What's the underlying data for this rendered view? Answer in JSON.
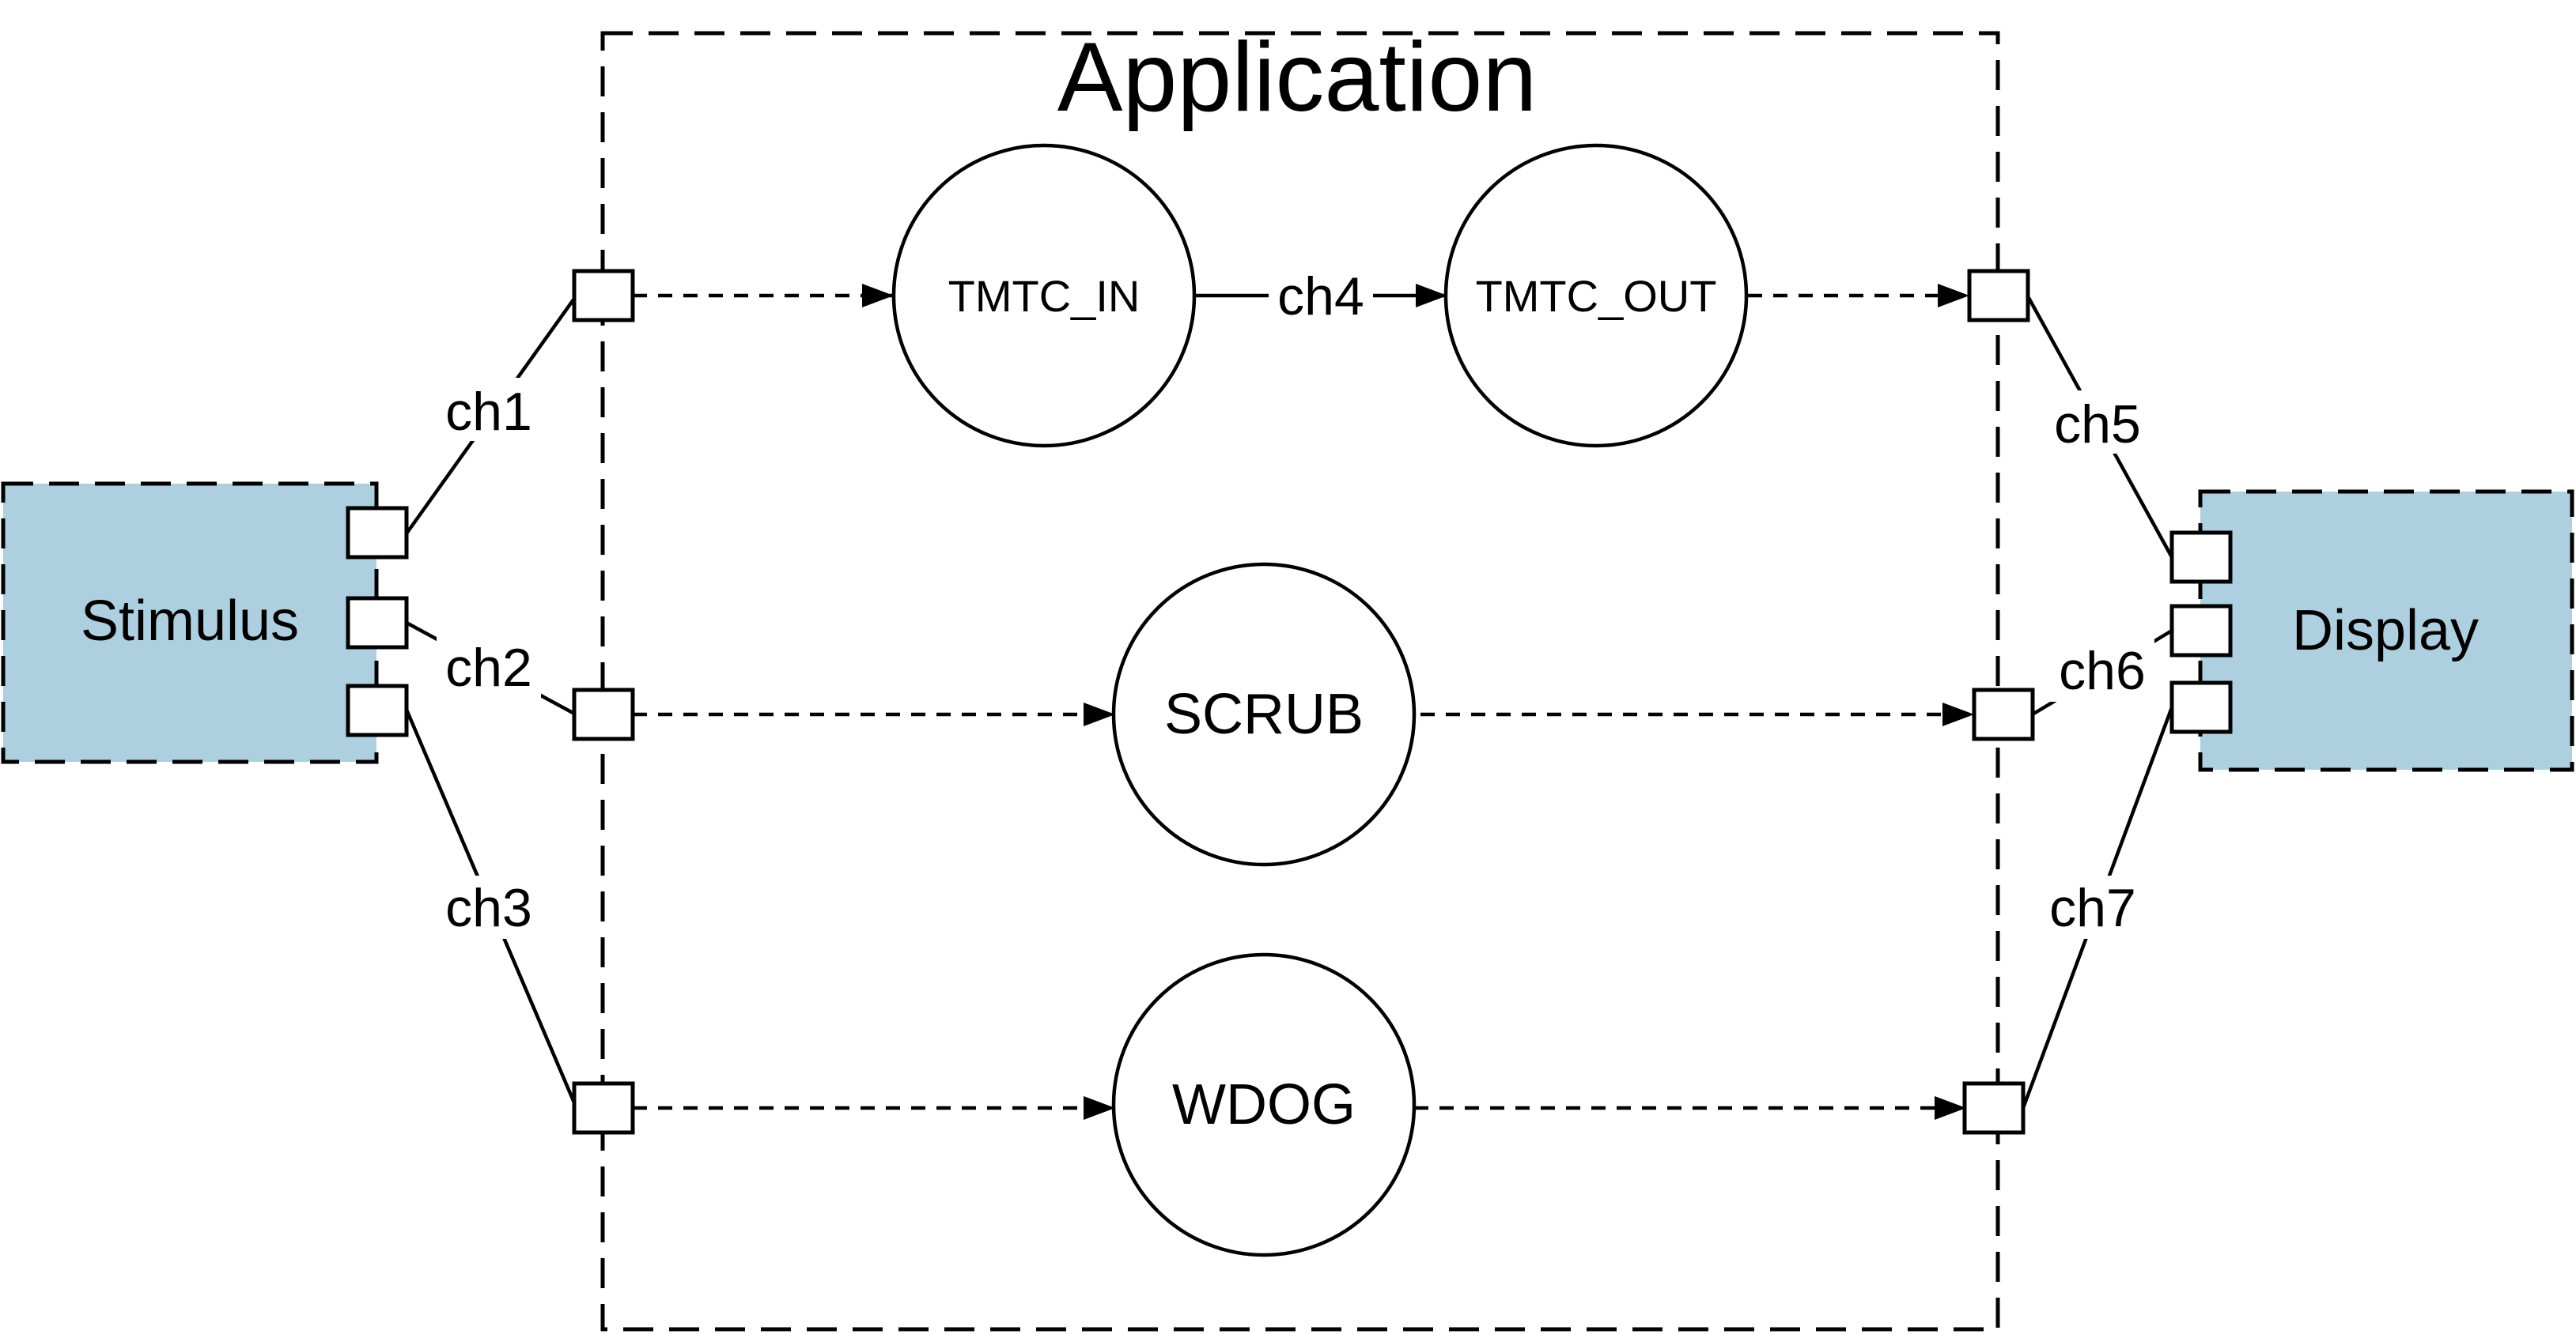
{
  "diagram": {
    "application_label": "Application",
    "stimulus_label": "Stimulus",
    "display_label": "Display",
    "processes": {
      "tmtc_in": "TMTC_IN",
      "tmtc_out": "TMTC_OUT",
      "scrub": "SCRUB",
      "wdog": "WDOG"
    },
    "channels": {
      "ch1": "ch1",
      "ch2": "ch2",
      "ch3": "ch3",
      "ch4": "ch4",
      "ch5": "ch5",
      "ch6": "ch6",
      "ch7": "ch7"
    },
    "colors": {
      "actor_fill": "#aecfdf",
      "stroke": "#000000"
    }
  }
}
